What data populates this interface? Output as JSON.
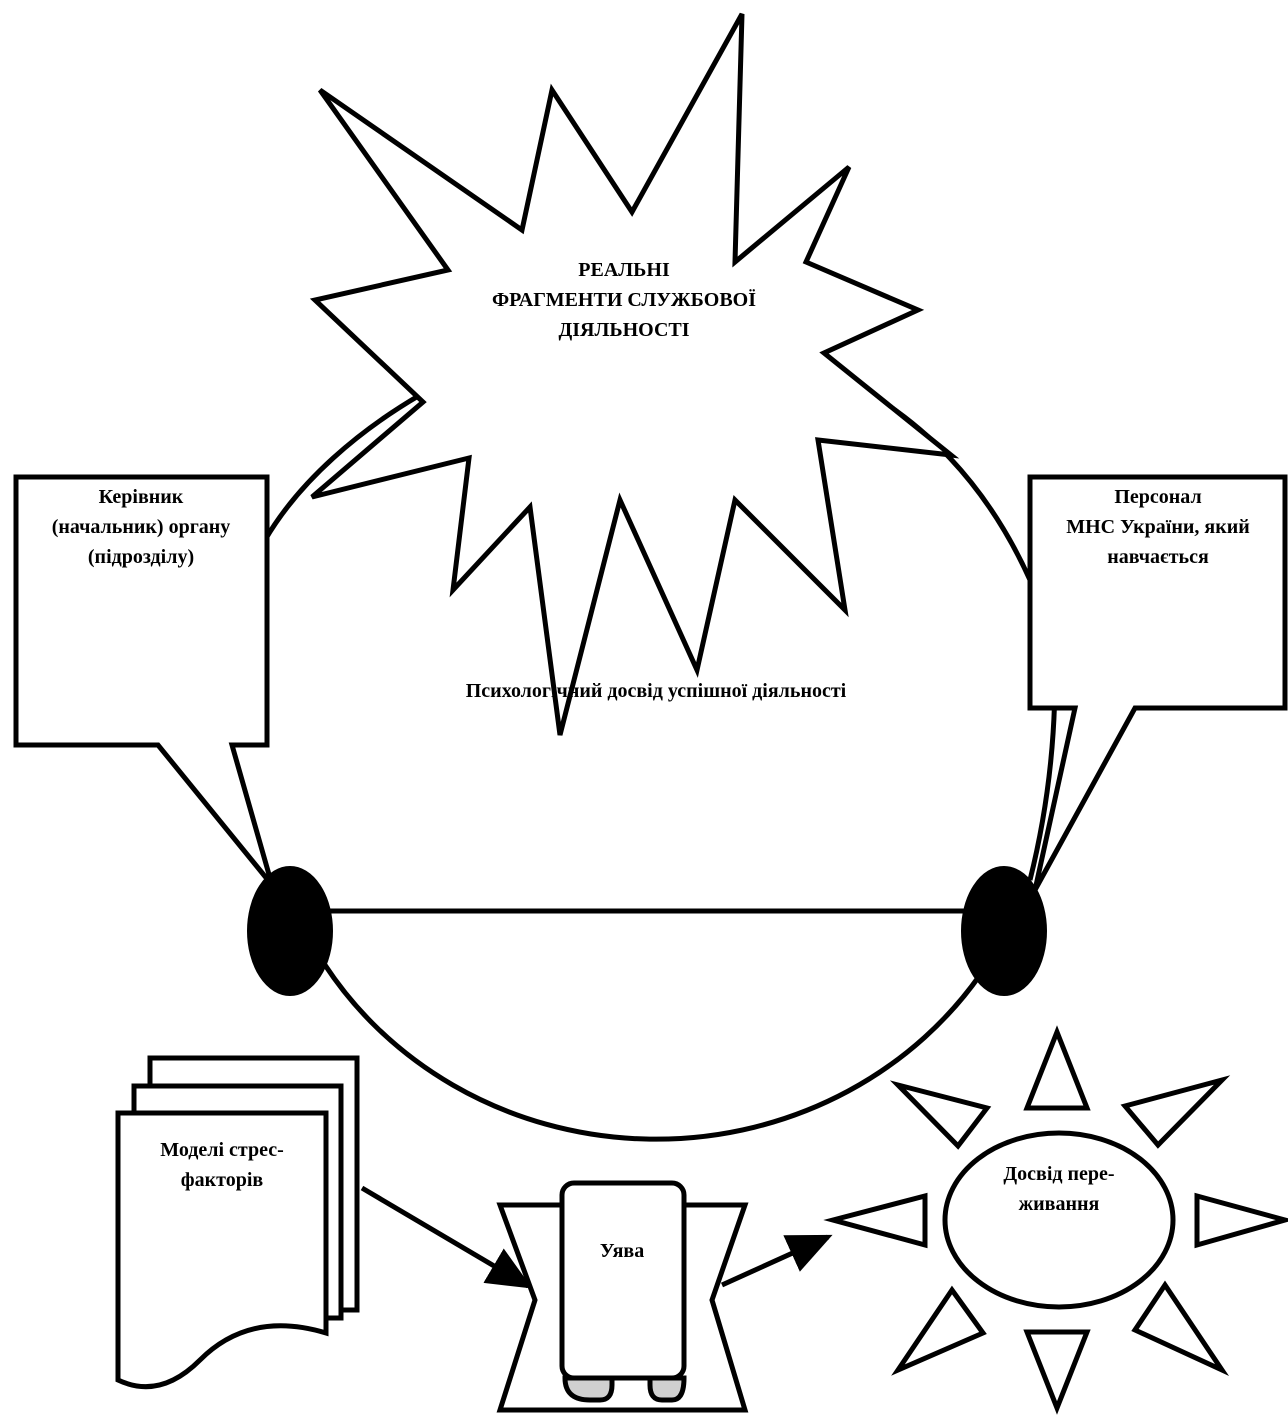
{
  "starburst": {
    "line1": "РЕАЛЬНІ",
    "line2": "ФРАГМЕНТИ СЛУЖБОВОЇ",
    "line3": "ДІЯЛЬНОСТІ"
  },
  "center_label": "Психологічний досвід успішної діяльності",
  "left_callout": {
    "line1": "Керівник",
    "line2": "(начальник) органу",
    "line3": "(підрозділу)"
  },
  "right_callout": {
    "line1": "Персонал",
    "line2": "МНС України, який",
    "line3": "навчається"
  },
  "documents": {
    "line1": "Моделі стрес-",
    "line2": "факторів"
  },
  "scroll": {
    "label": "Уява"
  },
  "sun": {
    "line1": "Досвід пере-",
    "line2": "живання"
  },
  "colors": {
    "stroke": "#000000",
    "fill": "#ffffff",
    "node": "#000000",
    "scroll_curl": "#d0d0d0"
  }
}
